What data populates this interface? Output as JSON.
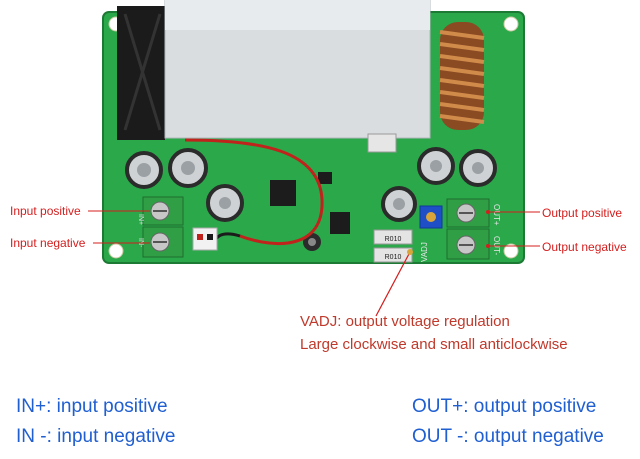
{
  "callouts": {
    "input_positive": "Input positive",
    "input_negative": "Input negative",
    "output_positive": "Output positive",
    "output_negative": "Output negative"
  },
  "vadj": {
    "line1": "VADJ: output voltage regulation",
    "line2": "Large clockwise and small anticlockwise"
  },
  "legend": {
    "in_pos": "IN+: input positive",
    "in_neg": "IN -: input negative",
    "out_pos": "OUT+: output positive",
    "out_neg": "OUT -: output negative"
  },
  "board_labels": {
    "in_plus": "IN+",
    "in_minus": "IN-",
    "out_plus": "OUT+",
    "out_minus": "OUT-",
    "vadj": "VADJ",
    "r010_a": "R010",
    "r010_b": "R010"
  },
  "colors": {
    "pcb": "#2aa84a",
    "heatsink": "#d9dde0",
    "terminal": "#2f9e44",
    "callout_text": "#d41e1e",
    "legend_text": "#1f5fd1"
  }
}
